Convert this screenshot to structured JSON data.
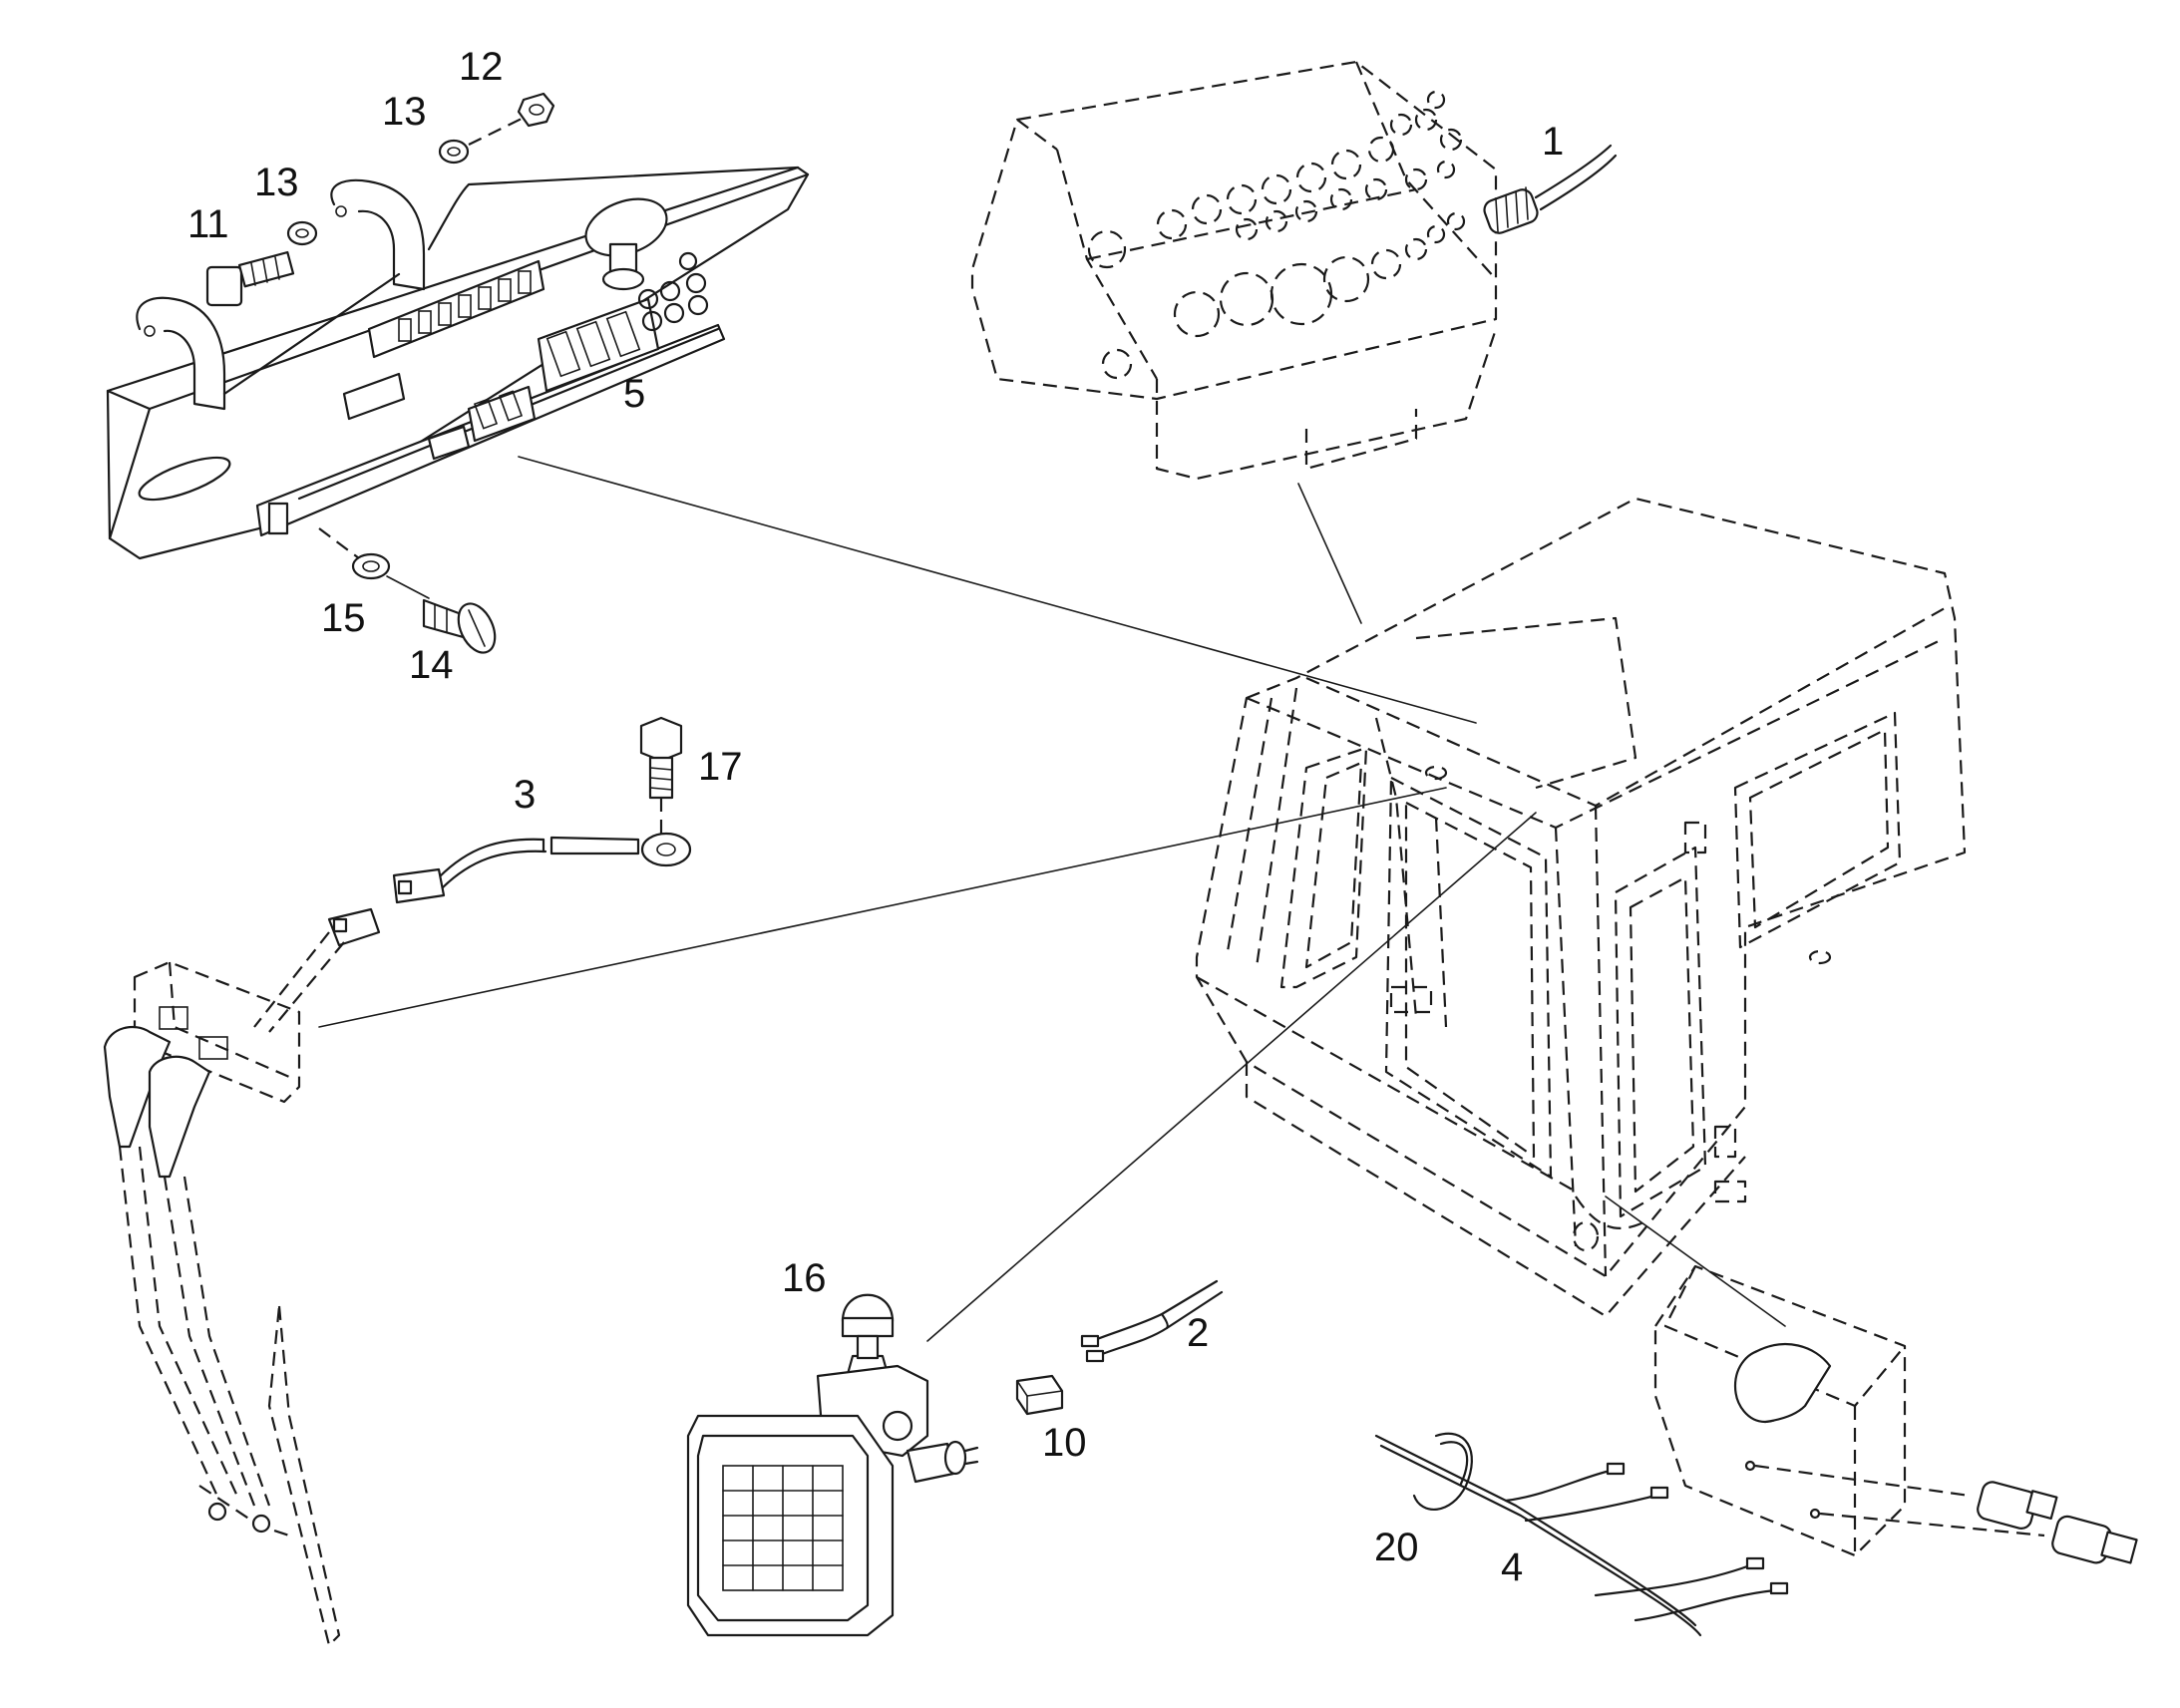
{
  "callouts": [
    {
      "id": "1",
      "text": "1"
    },
    {
      "id": "2",
      "text": "2"
    },
    {
      "id": "3",
      "text": "3"
    },
    {
      "id": "4",
      "text": "4"
    },
    {
      "id": "5",
      "text": "5"
    },
    {
      "id": "10",
      "text": "10"
    },
    {
      "id": "11",
      "text": "11"
    },
    {
      "id": "12",
      "text": "12"
    },
    {
      "id": "13a",
      "text": "13"
    },
    {
      "id": "13b",
      "text": "13"
    },
    {
      "id": "14",
      "text": "14"
    },
    {
      "id": "15",
      "text": "15"
    },
    {
      "id": "16",
      "text": "16"
    },
    {
      "id": "17",
      "text": "17"
    },
    {
      "id": "20",
      "text": "20"
    }
  ],
  "colors": {
    "line": "#1a1a1a",
    "background": "#ffffff"
  }
}
